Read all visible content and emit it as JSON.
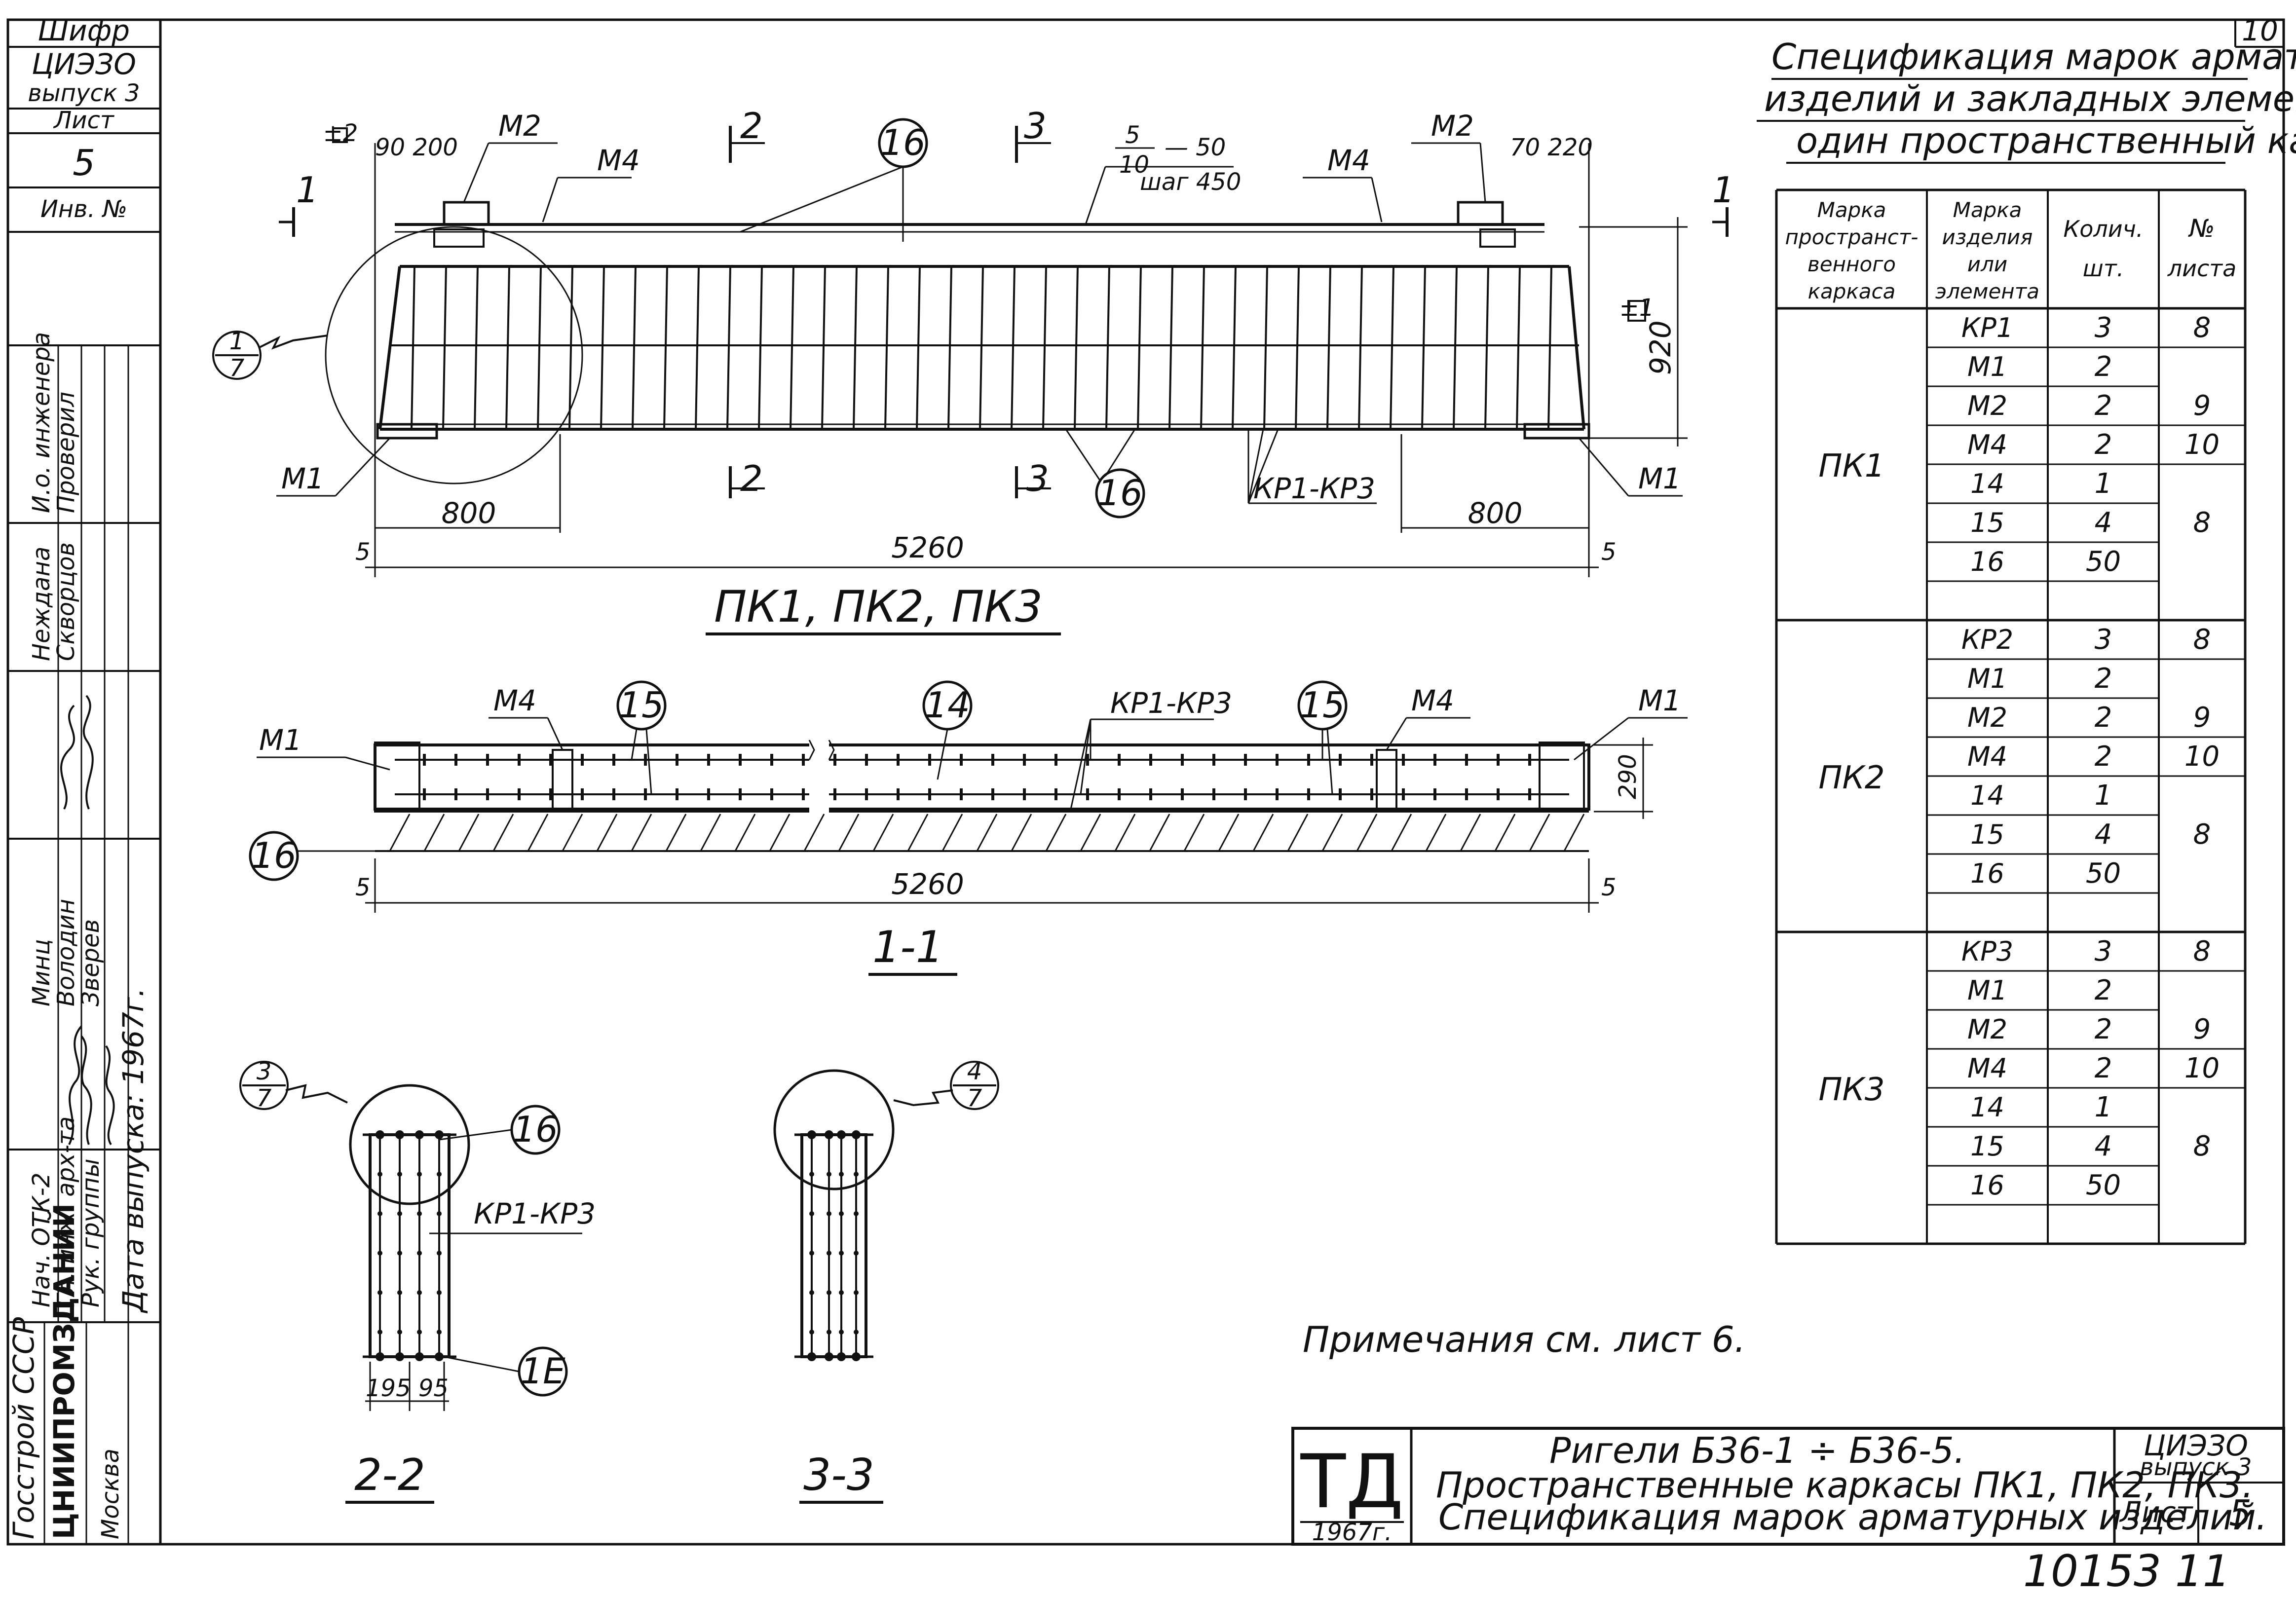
{
  "sidebar": {
    "shifr_label": "Шифр",
    "shifr_code": "ЦИЭЗО",
    "shifr_issue": "выпуск 3",
    "sheet_label": "Лист",
    "sheet_no": "5",
    "inv_label": "Инв. №",
    "sig_rows": [
      {
        "role": "Нач. ОТК-2",
        "name": "Минц"
      },
      {
        "role": "Гл. инж. арх-та",
        "name": "Володин"
      },
      {
        "role": "Рук. группы",
        "name": "Зверев"
      },
      {
        "role": "И.о. инженера",
        "name": "Проверил"
      },
      {
        "role": "",
        "name": "Неждана"
      },
      {
        "role": "",
        "name": "Скворцов"
      }
    ],
    "org1": "Госстрой СССР",
    "org2": "ЦНИИПРОМЗДАНИЙ",
    "city": "Москва",
    "release_date": "Дата выпуска: 1967г."
  },
  "page_corner_no": "10",
  "drawing": {
    "mark_pm2": "±2",
    "mark_pm1": "±1",
    "callout_17": {
      "num": "1",
      "den": "7"
    },
    "callout_37": {
      "num": "3",
      "den": "7"
    },
    "callout_47": {
      "num": "4",
      "den": "7"
    },
    "dim_90_200": "90 200",
    "dim_70_220": "70 220",
    "pitch_frac_top": "5",
    "pitch_frac_bot": "10",
    "pitch_dash": "— 50",
    "pitch_step": "шаг 450",
    "label_m1": "М1",
    "label_m2": "М2",
    "label_m4": "М4",
    "label_kp": "КР1-КР3",
    "label_14": "14",
    "label_15": "15",
    "label_16": "16",
    "label_16b": "1Е",
    "dim_920": "920",
    "dim_290": "290",
    "dim_800": "800",
    "dim_5260": "5260",
    "dim_5": "5",
    "dim_195_95": "195 95",
    "sec_1": "1",
    "sec_2": "2",
    "sec_3": "3",
    "title_main": "ПК1, ПК2, ПК3",
    "title_11": "1-1",
    "title_22": "2-2",
    "title_33": "3-3",
    "notes": "Примечания см. лист 6."
  },
  "spec": {
    "title_l1": "Спецификация марок арматурных",
    "title_l2": "изделий и закладных элементов на",
    "title_l3": "один пространственный каркас",
    "headers": {
      "c1": [
        "Марка",
        "пространст-",
        "венного",
        "каркаса"
      ],
      "c2": [
        "Марка",
        "изделия",
        "или",
        "элемента"
      ],
      "c3": [
        "Колич.",
        "шт."
      ],
      "c4": [
        "№",
        "листа"
      ]
    },
    "groups": [
      {
        "frame": "ПК1",
        "rows": [
          {
            "item": "КР1",
            "qty": "3",
            "sheet": "8"
          },
          {
            "item": "М1",
            "qty": "2",
            "sheet": ""
          },
          {
            "item": "М2",
            "qty": "2",
            "sheet": "9"
          },
          {
            "item": "М4",
            "qty": "2",
            "sheet": "10"
          },
          {
            "item": "14",
            "qty": "1",
            "sheet": ""
          },
          {
            "item": "15",
            "qty": "4",
            "sheet": "8"
          },
          {
            "item": "16",
            "qty": "50",
            "sheet": ""
          },
          {
            "item": "",
            "qty": "",
            "sheet": ""
          }
        ]
      },
      {
        "frame": "ПК2",
        "rows": [
          {
            "item": "КР2",
            "qty": "3",
            "sheet": "8"
          },
          {
            "item": "М1",
            "qty": "2",
            "sheet": ""
          },
          {
            "item": "М2",
            "qty": "2",
            "sheet": "9"
          },
          {
            "item": "М4",
            "qty": "2",
            "sheet": "10"
          },
          {
            "item": "14",
            "qty": "1",
            "sheet": ""
          },
          {
            "item": "15",
            "qty": "4",
            "sheet": "8"
          },
          {
            "item": "16",
            "qty": "50",
            "sheet": ""
          },
          {
            "item": "",
            "qty": "",
            "sheet": ""
          }
        ]
      },
      {
        "frame": "ПК3",
        "rows": [
          {
            "item": "КР3",
            "qty": "3",
            "sheet": "8"
          },
          {
            "item": "М1",
            "qty": "2",
            "sheet": ""
          },
          {
            "item": "М2",
            "qty": "2",
            "sheet": "9"
          },
          {
            "item": "М4",
            "qty": "2",
            "sheet": "10"
          },
          {
            "item": "14",
            "qty": "1",
            "sheet": ""
          },
          {
            "item": "15",
            "qty": "4",
            "sheet": "8"
          },
          {
            "item": "16",
            "qty": "50",
            "sheet": ""
          },
          {
            "item": "",
            "qty": "",
            "sheet": ""
          }
        ]
      }
    ]
  },
  "title_block": {
    "logo": "ТД",
    "logo_year": "1967г.",
    "line1": "Ригели Б36-1 ÷ Б36-5.",
    "line2": "Пространственные каркасы ПК1, ПК2, ПК3.",
    "line3": "Спецификация марок арматурных изделий.",
    "code": "ЦИЭЗО",
    "issue": "выпуск 3",
    "sheet_label": "Лист",
    "sheet_no": "5"
  },
  "archive_no": "10153 11"
}
